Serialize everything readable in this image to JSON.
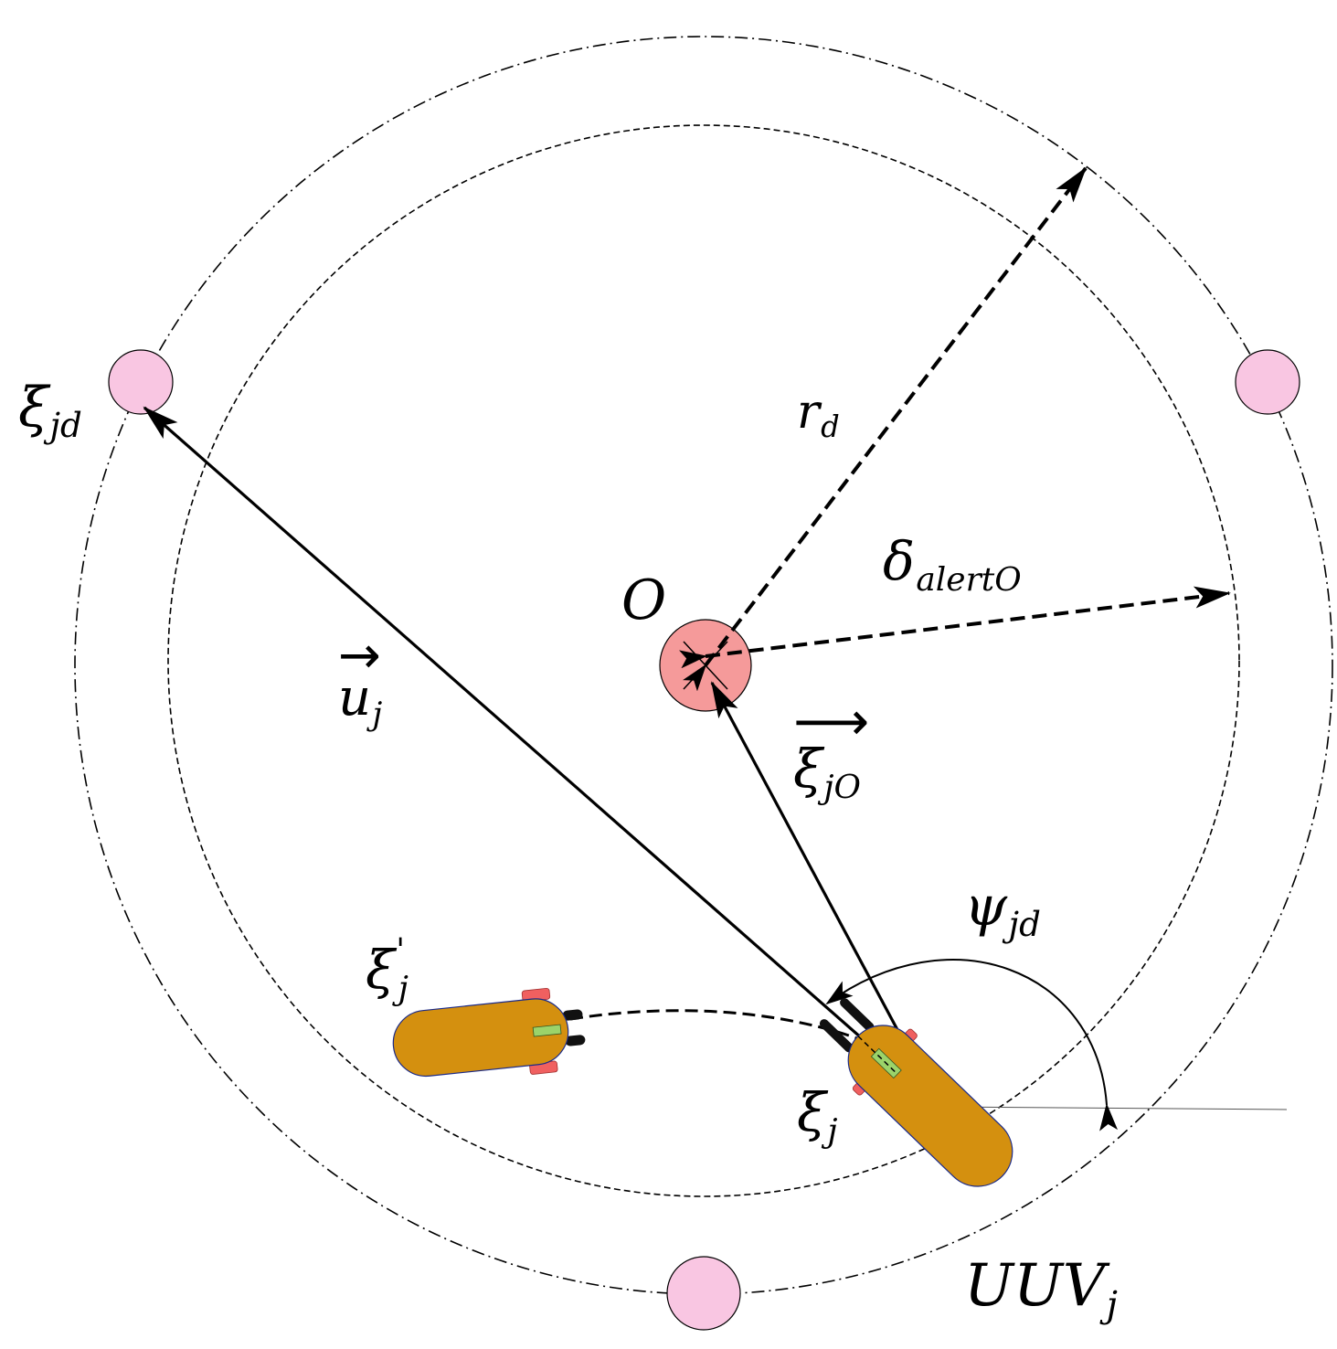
{
  "labels": {
    "xi_jd": {
      "main": "ξ",
      "sub": "jd"
    },
    "r_d": {
      "main": "r",
      "sub": "d"
    },
    "delta": {
      "main": "δ",
      "sub": "alertO"
    },
    "origin": {
      "main": "O"
    },
    "u_j": {
      "arrow": "→",
      "main": "u",
      "sub": "j"
    },
    "xi_jO": {
      "arrow": "⟶",
      "main": "ξ",
      "sub": "jO"
    },
    "psi_jd": {
      "main": "ψ",
      "sub": "jd"
    },
    "xi_j_prime": {
      "main": "ξ",
      "sup": "'",
      "sub": "j"
    },
    "xi_j": {
      "main": "ξ",
      "sub": "j"
    },
    "uuv": {
      "main": "UUV",
      "sub": "j"
    }
  },
  "colors": {
    "waypoint_fill": "#f9c6e2",
    "obstacle_fill": "#f59a9a",
    "vehicle_body": "#d4900f",
    "fin": "#f06060",
    "thruster": "#111111",
    "sensor": "#9bd36a"
  }
}
